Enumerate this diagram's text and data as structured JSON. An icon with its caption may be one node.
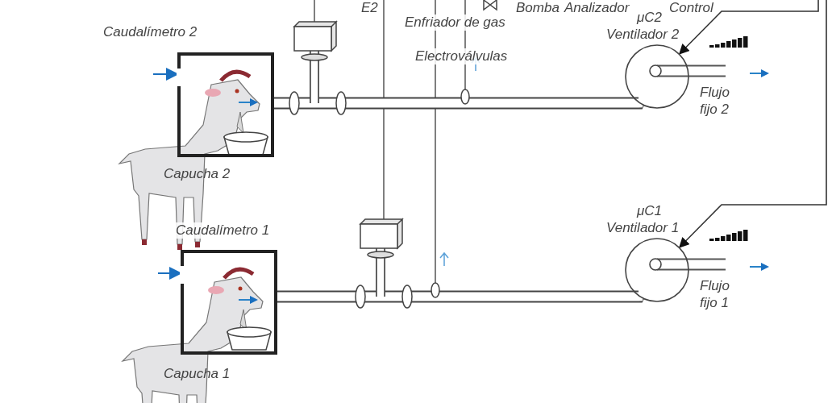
{
  "diagram": {
    "nodes": [
      {
        "text": [
          "Capucha 2"
        ]
      },
      {
        "text": [
          "μC2",
          "Ventilador 2"
        ],
        "beside": [
          "Flujo fijo 2"
        ]
      },
      {
        "text": [
          "Capucha 1"
        ]
      },
      {
        "text": [
          "μC1",
          "Ventilador 1"
        ],
        "beside": [
          "Flujo fijo 1"
        ]
      }
    ],
    "edges": [
      {
        "from": 0,
        "to": 1,
        "arrow": "none",
        "style": "thick"
      },
      {
        "from": null,
        "to": 1,
        "arrow": "to"
      },
      {
        "from": 2,
        "to": 3,
        "arrow": "none",
        "style": "thick"
      },
      {
        "from": null,
        "to": 3,
        "arrow": "to"
      },
      {
        "from": null,
        "to": 0,
        "arrow": "to",
        "color": "#1a6fbf"
      },
      {
        "from": null,
        "to": 2,
        "arrow": "to",
        "color": "#1a6fbf"
      }
    ],
    "labels": [
      "E2",
      "Bomba",
      "Analizador",
      "Control",
      "Enfriador de gas",
      "Caudalímetro 2",
      "Electroválvulas",
      "Caudalímetro 1"
    ]
  }
}
